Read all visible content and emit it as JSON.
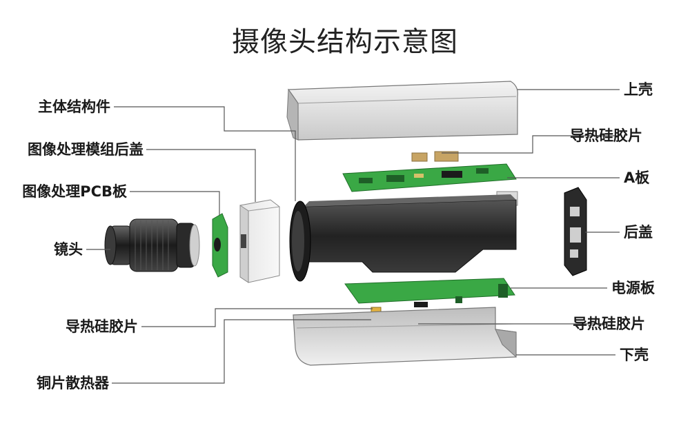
{
  "title": "摄像头结构示意图",
  "labels_left": {
    "main_structure": "主体结构件",
    "image_module_cover": "图像处理模组后盖",
    "image_pcb": "图像处理PCB板",
    "lens": "镜头",
    "thermal_pad_left": "导热硅胶片",
    "copper_heatsink": "铜片散热器"
  },
  "labels_right": {
    "upper_shell": "上壳",
    "thermal_pad_top": "导热硅胶片",
    "a_board": "A板",
    "rear_cover": "后盖",
    "power_board": "电源板",
    "thermal_pad_bottom": "导热硅胶片",
    "lower_shell": "下壳"
  },
  "colors": {
    "pcb_green": "#3aa845",
    "shell_grey": "#d9d9d9",
    "body_black": "#2a2a2a",
    "leader_line": "#555555"
  }
}
